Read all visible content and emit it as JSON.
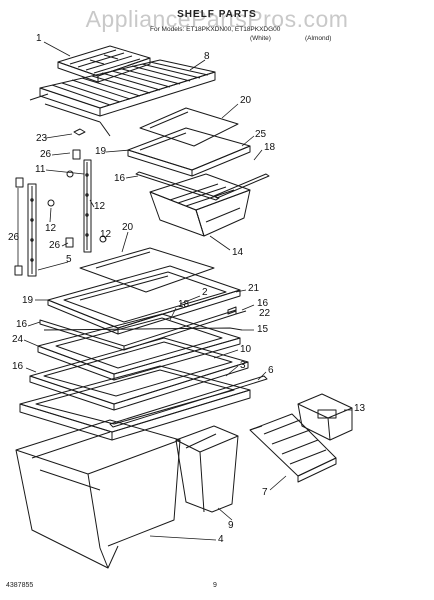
{
  "header": {
    "watermark": "AppliancePartsPros.com",
    "title": "SHELF PARTS",
    "models": "For Models: ET18PKXDN00, ET18PKXDG00",
    "color_white": "(White)",
    "color_almond": "(Almond)"
  },
  "callouts": [
    "1",
    "8",
    "20",
    "23",
    "25",
    "19",
    "18",
    "26",
    "16",
    "11",
    "12",
    "12",
    "26",
    "12",
    "14",
    "26",
    "20",
    "5",
    "21",
    "2",
    "16",
    "22",
    "19",
    "18",
    "15",
    "16",
    "24",
    "10",
    "16",
    "3",
    "6",
    "13",
    "7",
    "9",
    "4"
  ],
  "footer": {
    "doc_number": "4387855",
    "page": "9"
  }
}
